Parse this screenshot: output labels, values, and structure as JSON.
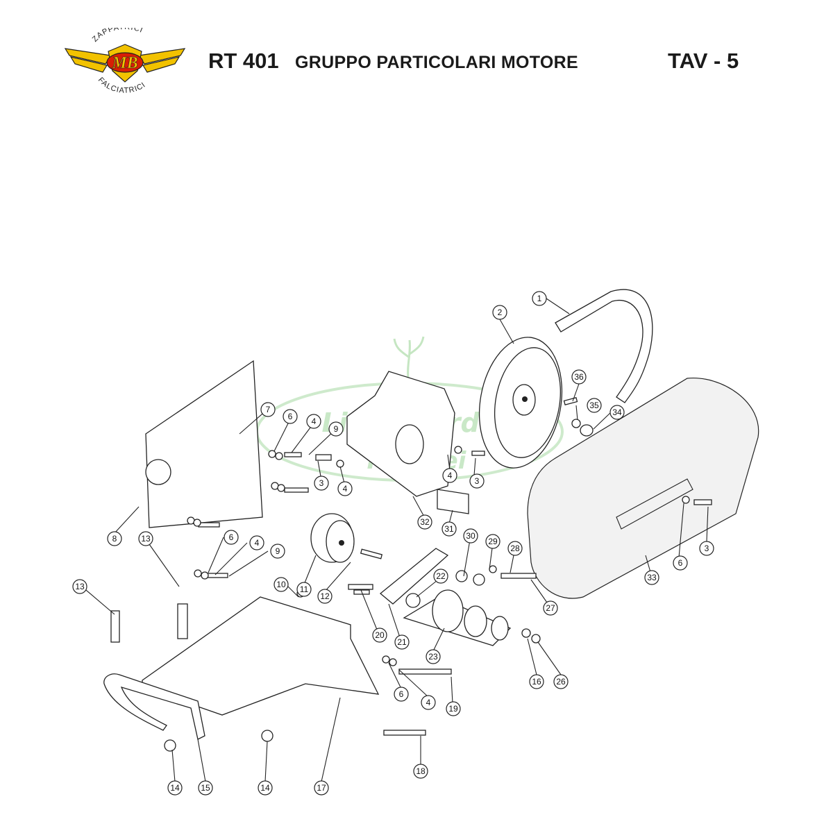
{
  "header": {
    "model": "RT 401",
    "group": "GRUPPO PARTICOLARI MOTORE",
    "table": "TAV - 5"
  },
  "logo": {
    "brand": "MB",
    "top_text": "ZAPPATRICI",
    "bottom_text": "FALCIATRICI",
    "colors": {
      "wings": "#f2c200",
      "brand_red": "#d81e05",
      "outline": "#222222"
    }
  },
  "watermark": {
    "line1": "Linea Verde",
    "line2": "Pompei",
    "color": "#9ed69a"
  },
  "callouts": [
    {
      "label": "1"
    },
    {
      "label": "2"
    },
    {
      "label": "36"
    },
    {
      "label": "35"
    },
    {
      "label": "34"
    },
    {
      "label": "7"
    },
    {
      "label": "6"
    },
    {
      "label": "4"
    },
    {
      "label": "9"
    },
    {
      "label": "3"
    },
    {
      "label": "4"
    },
    {
      "label": "4"
    },
    {
      "label": "3"
    },
    {
      "label": "8"
    },
    {
      "label": "13"
    },
    {
      "label": "6"
    },
    {
      "label": "4"
    },
    {
      "label": "9"
    },
    {
      "label": "10"
    },
    {
      "label": "11"
    },
    {
      "label": "12"
    },
    {
      "label": "32"
    },
    {
      "label": "31"
    },
    {
      "label": "30"
    },
    {
      "label": "29"
    },
    {
      "label": "28"
    },
    {
      "label": "22"
    },
    {
      "label": "27"
    },
    {
      "label": "33"
    },
    {
      "label": "6"
    },
    {
      "label": "3"
    },
    {
      "label": "13"
    },
    {
      "label": "20"
    },
    {
      "label": "21"
    },
    {
      "label": "23"
    },
    {
      "label": "16"
    },
    {
      "label": "26"
    },
    {
      "label": "6"
    },
    {
      "label": "4"
    },
    {
      "label": "19"
    },
    {
      "label": "18"
    },
    {
      "label": "14"
    },
    {
      "label": "15"
    },
    {
      "label": "14"
    },
    {
      "label": "17"
    }
  ]
}
